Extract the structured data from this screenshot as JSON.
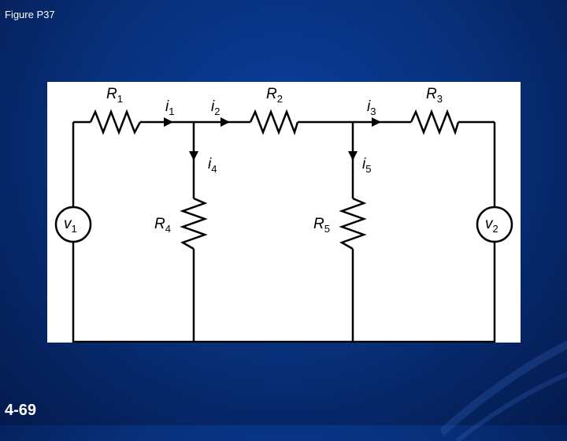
{
  "slide": {
    "title": "Figure P37",
    "number": "4-69"
  },
  "circuit": {
    "resistors": [
      {
        "letter": "R",
        "sub": "1"
      },
      {
        "letter": "R",
        "sub": "2"
      },
      {
        "letter": "R",
        "sub": "3"
      },
      {
        "letter": "R",
        "sub": "4"
      },
      {
        "letter": "R",
        "sub": "5"
      }
    ],
    "currents": [
      {
        "letter": "i",
        "sub": "1"
      },
      {
        "letter": "i",
        "sub": "2"
      },
      {
        "letter": "i",
        "sub": "3"
      },
      {
        "letter": "i",
        "sub": "4"
      },
      {
        "letter": "i",
        "sub": "5"
      }
    ],
    "sources": [
      {
        "letter": "v",
        "sub": "1",
        "plus": "+",
        "minus": "−"
      },
      {
        "letter": "v",
        "sub": "2",
        "plus": "+",
        "minus": "−"
      }
    ]
  },
  "colors": {
    "background": "#08327f",
    "panel": "#ffffff",
    "wire": "#000000",
    "text": "#ffffff"
  }
}
